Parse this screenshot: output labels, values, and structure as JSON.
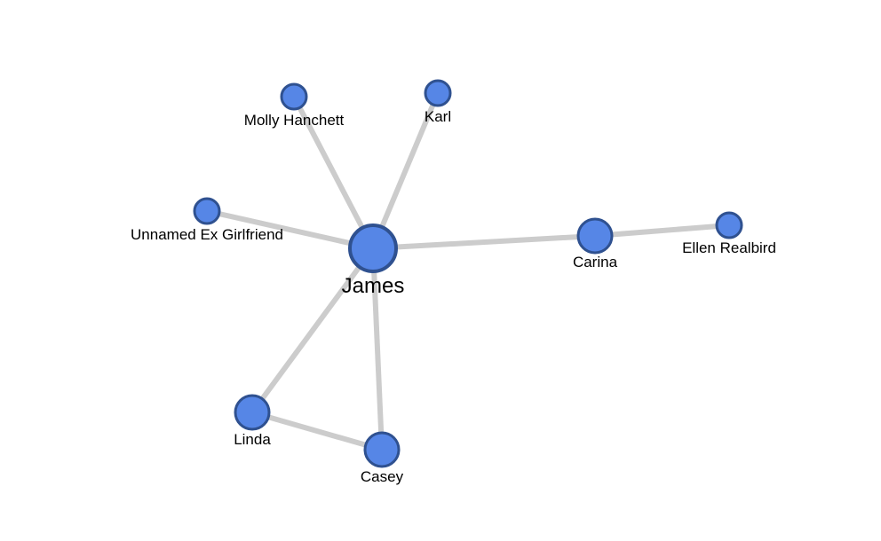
{
  "graph": {
    "nodes": [
      {
        "id": "james",
        "name": "James"
      },
      {
        "id": "molly",
        "name": "Molly Hanchett"
      },
      {
        "id": "karl",
        "name": "Karl"
      },
      {
        "id": "unnamed",
        "name": "Unnamed Ex Girlfriend"
      },
      {
        "id": "carina",
        "name": "Carina"
      },
      {
        "id": "ellen",
        "name": "Ellen Realbird"
      },
      {
        "id": "linda",
        "name": "Linda"
      },
      {
        "id": "casey",
        "name": "Casey"
      }
    ],
    "links": [
      {
        "source": "james",
        "target": "molly"
      },
      {
        "source": "james",
        "target": "karl"
      },
      {
        "source": "james",
        "target": "unnamed"
      },
      {
        "source": "james",
        "target": "carina"
      },
      {
        "source": "carina",
        "target": "ellen"
      },
      {
        "source": "james",
        "target": "linda"
      },
      {
        "source": "james",
        "target": "casey"
      },
      {
        "source": "linda",
        "target": "casey"
      }
    ],
    "colors": {
      "node_fill": "#5686e6",
      "node_stroke": "#2f5190",
      "edge": "#cccccc"
    }
  }
}
